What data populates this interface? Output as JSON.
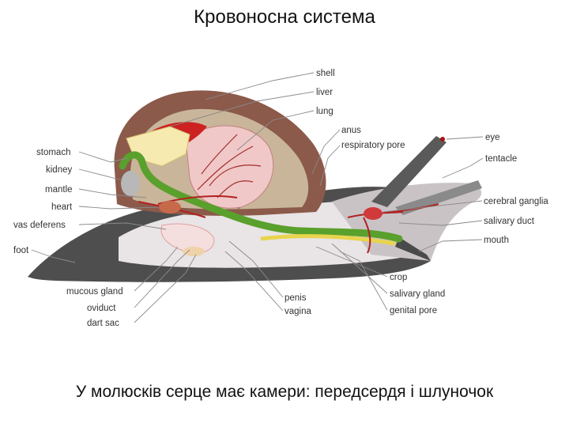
{
  "title": "Кровоносна система",
  "caption": "У молюсків серце має камери: передсердя і шлуночок",
  "labels_right": {
    "shell": "shell",
    "liver": "liver",
    "lung": "lung",
    "anus": "anus",
    "respiratory_pore": "respiratory pore",
    "eye": "eye",
    "tentacle": "tentacle",
    "cerebral_ganglia": "cerebral ganglia",
    "salivary_duct": "salivary duct",
    "mouth": "mouth",
    "crop": "crop",
    "salivary_gland": "salivary gland",
    "genital_pore": "genital pore"
  },
  "labels_left": {
    "stomach": "stomach",
    "kidney": "kidney",
    "mantle": "mantle",
    "heart": "heart",
    "vas_deferens": "vas deferens",
    "foot": "foot",
    "mucous_gland": "mucous gland",
    "oviduct": "oviduct",
    "dart_sac": "dart sac"
  },
  "labels_bottom": {
    "penis": "penis",
    "vagina": "vagina"
  },
  "colors": {
    "body": "#4a4a4a",
    "body_light": "#e8e0e0",
    "shell": "#8b5a4a",
    "shell_inner": "#c9b59a",
    "lung": "#f0c8c8",
    "digestive": "#5aa02c",
    "liver": "#cc2222",
    "blood": "#b22222",
    "gland": "#e8d44d"
  }
}
